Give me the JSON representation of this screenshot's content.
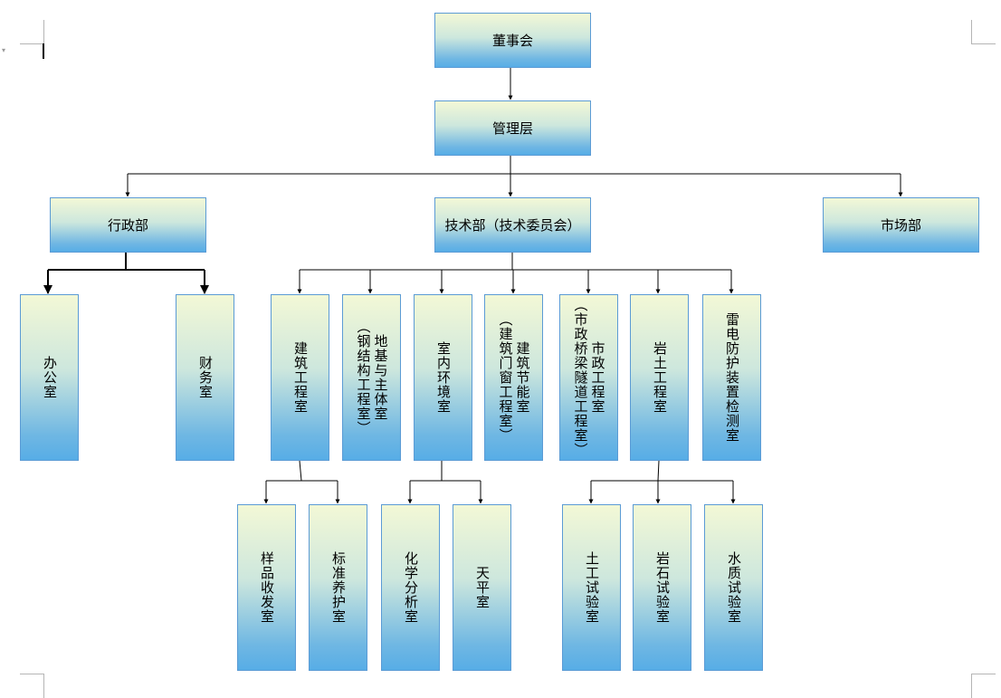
{
  "org_chart": {
    "board": "董事会",
    "management": "管理层",
    "departments": {
      "admin": "行政部",
      "technical": "技术部（技术委员会）",
      "market": "市场部"
    },
    "admin_units": {
      "office": "办公室",
      "finance": "财务室"
    },
    "tech_units": {
      "building": "建筑工程室",
      "steel_line1": "地基与主体室",
      "steel_line2": "（钢结构工程室）",
      "indoor": "室内环境室",
      "energy_line1": "建筑节能室",
      "energy_line2": "（建筑门窗工程室）",
      "municipal_line1": "市政工程室",
      "municipal_line2": "（市政桥梁隧道工程室）",
      "geotech": "岩土工程室",
      "lightning": "雷电防护装置检测室"
    },
    "sub_units": {
      "sample": "样品收发室",
      "curing": "标准养护室",
      "chemical": "化学分析室",
      "balance": "天平室",
      "soil": "土工试验室",
      "rock": "岩石试验室",
      "water": "水质试验室"
    }
  },
  "colors": {
    "box_border": "#5b9bd5",
    "box_top": "#f3f8d6",
    "box_bottom": "#57ade6",
    "line": "#000000"
  }
}
